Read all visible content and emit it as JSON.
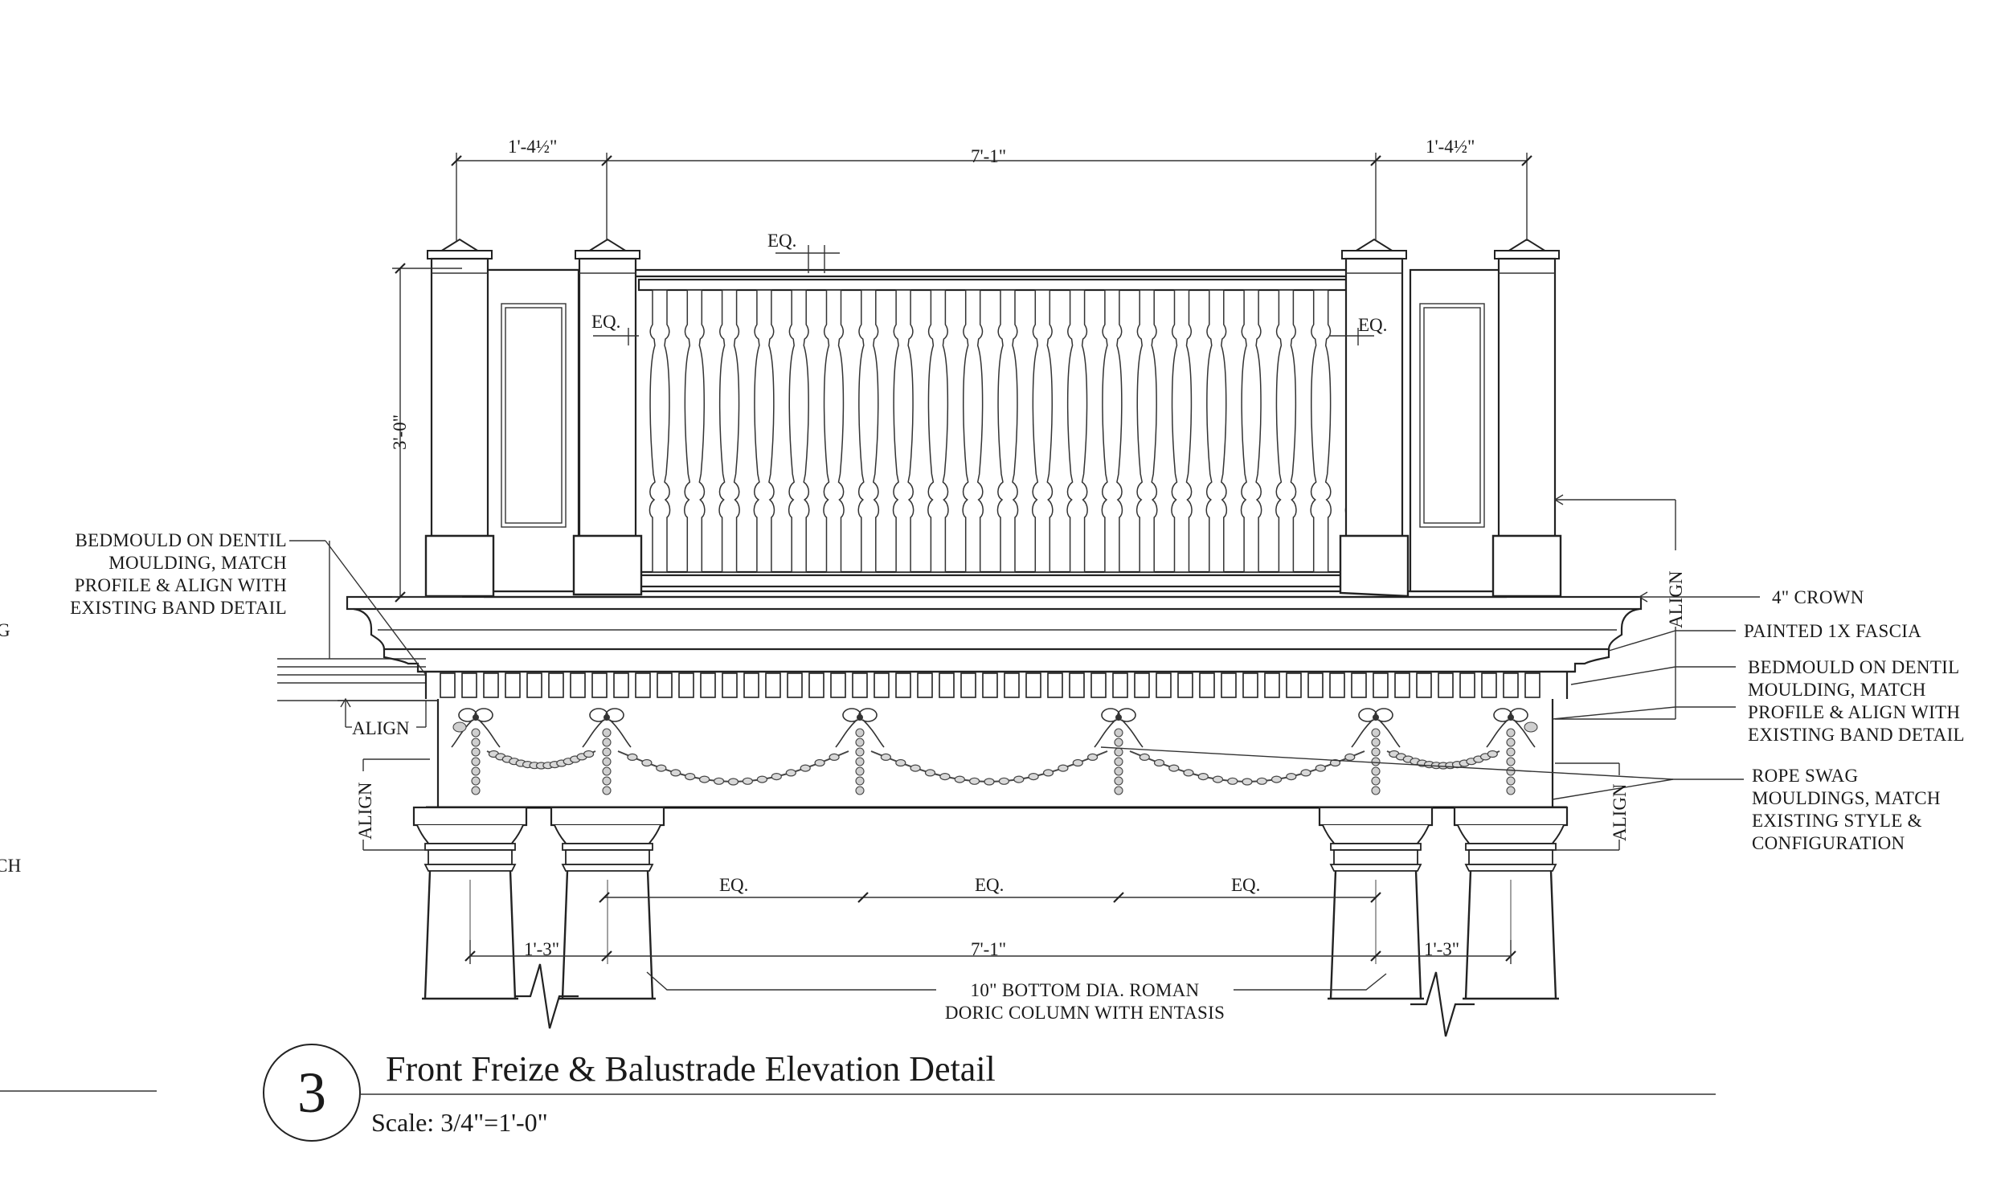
{
  "drawing": {
    "detail_number": "3",
    "title": "Front Freize & Balustrade Elevation Detail",
    "scale": "Scale: 3/4\"=1'-0\""
  },
  "dimensions": {
    "top_left": "1'-4½\"",
    "top_center": "7'-1\"",
    "top_right": "1'-4½\"",
    "eq_top": "EQ.",
    "eq_left": "EQ.",
    "eq_right": "EQ.",
    "height": "3'-0\"",
    "bottom_left": "1'-3\"",
    "bottom_center": "7'-1\"",
    "bottom_right": "1'-3\"",
    "eq_bottom": [
      "EQ.",
      "EQ.",
      "EQ."
    ],
    "align_left_upper": "ALIGN",
    "align_left_lower": "ALIGN",
    "align_right_upper": "ALIGN",
    "align_right_lower": "ALIGN"
  },
  "notes": {
    "left_bedmould": [
      "BEDMOULD ON DENTIL",
      "MOULDING, MATCH",
      "PROFILE & ALIGN WITH",
      "EXISTING BAND DETAIL"
    ],
    "crown": "4\" CROWN",
    "fascia": "PAINTED 1X FASCIA",
    "right_bedmould": [
      "BEDMOULD ON DENTIL",
      "MOULDING, MATCH",
      "PROFILE & ALIGN WITH",
      "EXISTING BAND DETAIL"
    ],
    "rope_swag": [
      "ROPE SWAG",
      "MOULDINGS, MATCH",
      "EXISTING STYLE &",
      "CONFIGURATION"
    ],
    "column": [
      "10\" BOTTOM DIA. ROMAN",
      "DORIC COLUMN WITH ENTASIS"
    ],
    "edge_fragment_upper": "G",
    "edge_fragment_lower": "CH"
  }
}
